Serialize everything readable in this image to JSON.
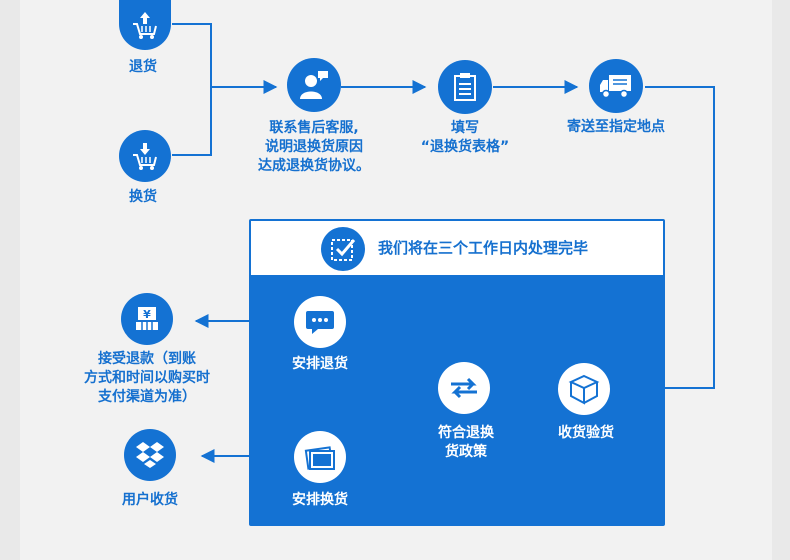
{
  "colors": {
    "primary": "#1472d3",
    "background": "#f2f2f2",
    "white": "#ffffff"
  },
  "steps": {
    "return_goods": {
      "label": "退货",
      "icon": "cart-up-icon"
    },
    "exchange_goods": {
      "label": "换货",
      "icon": "cart-down-icon"
    },
    "contact_service": {
      "lines": [
        "联系售后客服,",
        "说明退换货原因",
        "达成退换货协议。"
      ],
      "icon": "support-person-icon"
    },
    "fill_form": {
      "lines": [
        "填写",
        "“退换货表格”"
      ],
      "icon": "clipboard-icon"
    },
    "ship_to_address": {
      "label": "寄送至指定地点",
      "icon": "truck-icon"
    },
    "receive_inspect": {
      "label": "收货验货",
      "icon": "package-icon"
    },
    "policy_check": {
      "lines": [
        "符合退换",
        "货政策"
      ],
      "icon": "exchange-arrows-icon"
    },
    "arrange_refund": {
      "label": "安排退货",
      "icon": "chat-bubble-icon"
    },
    "arrange_exchange": {
      "label": "安排换货",
      "icon": "cards-icon"
    },
    "accept_refund": {
      "lines": [
        "接受退款（到账",
        "方式和时间以购买时",
        "支付渠道为准）"
      ],
      "icon": "yuan-hand-icon"
    },
    "user_receive": {
      "label": "用户收货",
      "icon": "dropbox-icon"
    }
  },
  "processing_box": {
    "title": "我们将在三个工作日内处理完毕",
    "icon": "checkbox-icon"
  }
}
